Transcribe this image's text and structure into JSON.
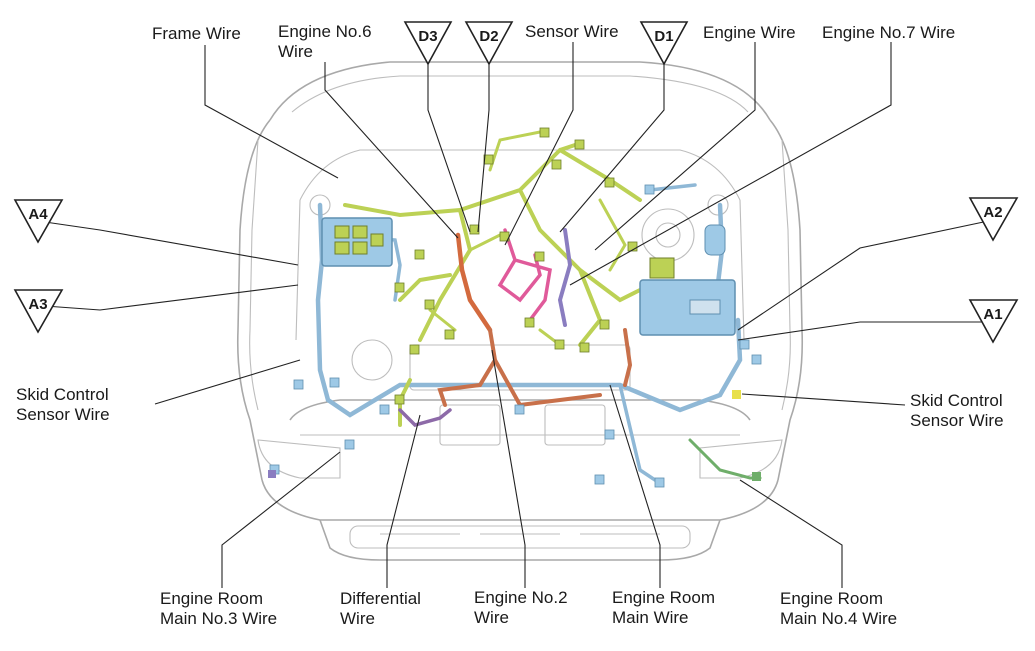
{
  "colors": {
    "frame_wire": "#8fb8d6",
    "engine_wire": "#bcd155",
    "engine_no2_wire": "#c8704a",
    "engine_no6_wire": "#d36a3e",
    "sensor_wire": "#e05a9a",
    "engine_no7_wire": "#8a7dc0",
    "differential_wire": "#8d6aa8",
    "engine_room_main_no4": "#6fae6a",
    "connector_blue": "#9ec9e6",
    "connector_yellow": "#e8e04a"
  },
  "labels": {
    "frame_wire": "Frame Wire",
    "engine_no6_wire_1": "Engine No.6",
    "engine_no6_wire_2": "Wire",
    "sensor_wire": "Sensor Wire",
    "engine_wire": "Engine Wire",
    "engine_no7_wire": "Engine No.7 Wire",
    "skid_control_left_1": "Skid Control",
    "skid_control_left_2": "Sensor Wire",
    "skid_control_right_1": "Skid Control",
    "skid_control_right_2": "Sensor Wire",
    "er_main_no3_1": "Engine Room",
    "er_main_no3_2": "Main No.3 Wire",
    "differential_1": "Differential",
    "differential_2": "Wire",
    "engine_no2_1": "Engine No.2",
    "engine_no2_2": "Wire",
    "er_main_1": "Engine Room",
    "er_main_2": "Main Wire",
    "er_main_no4_1": "Engine Room",
    "er_main_no4_2": "Main No.4 Wire"
  },
  "markers": {
    "d3": "D3",
    "d2": "D2",
    "d1": "D1",
    "a4": "A4",
    "a3": "A3",
    "a2": "A2",
    "a1": "A1"
  }
}
